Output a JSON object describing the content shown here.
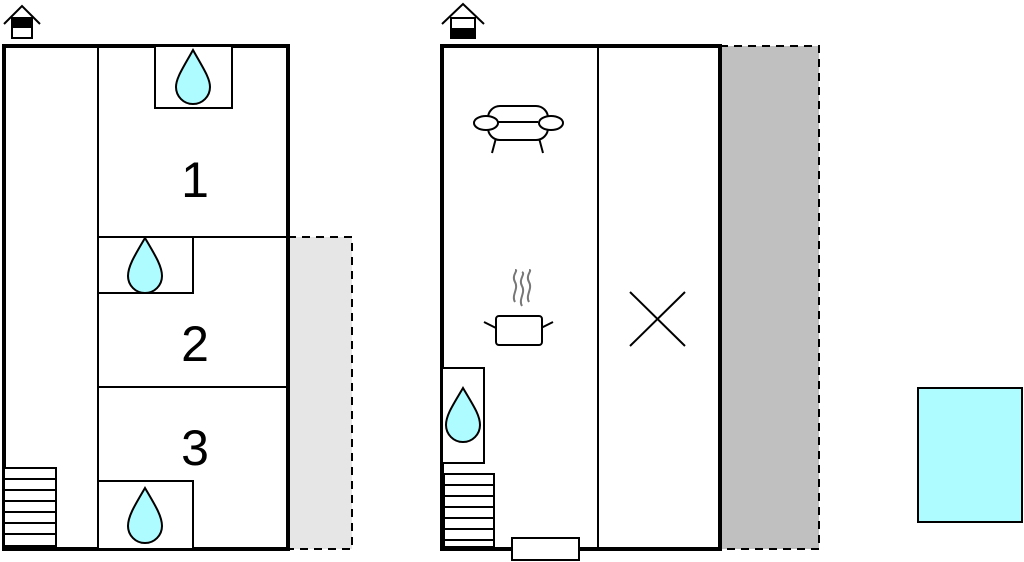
{
  "colors": {
    "wall": "#000000",
    "water": "#aefcff",
    "terrace_light": "#e6e6e6",
    "terrace_dark": "#c0c0c0",
    "pool": "#aefcff",
    "background": "#ffffff"
  },
  "floors": [
    {
      "id": "upper-floor",
      "floor_icon": "house-floor-upper-icon",
      "rooms": [
        {
          "label": "1"
        },
        {
          "label": "2"
        },
        {
          "label": "3"
        }
      ],
      "icons": [
        "water-drop-icon",
        "water-drop-icon",
        "water-drop-icon",
        "stairs-icon"
      ],
      "terrace": "balcony-area"
    },
    {
      "id": "ground-floor",
      "floor_icon": "house-floor-ground-icon",
      "icons": [
        "sofa-icon",
        "cooking-pot-icon",
        "water-drop-icon",
        "stairs-icon",
        "cross-icon",
        "entrance-door"
      ],
      "terrace": "terrace-area"
    }
  ],
  "pool": {
    "icon": "pool-icon"
  }
}
